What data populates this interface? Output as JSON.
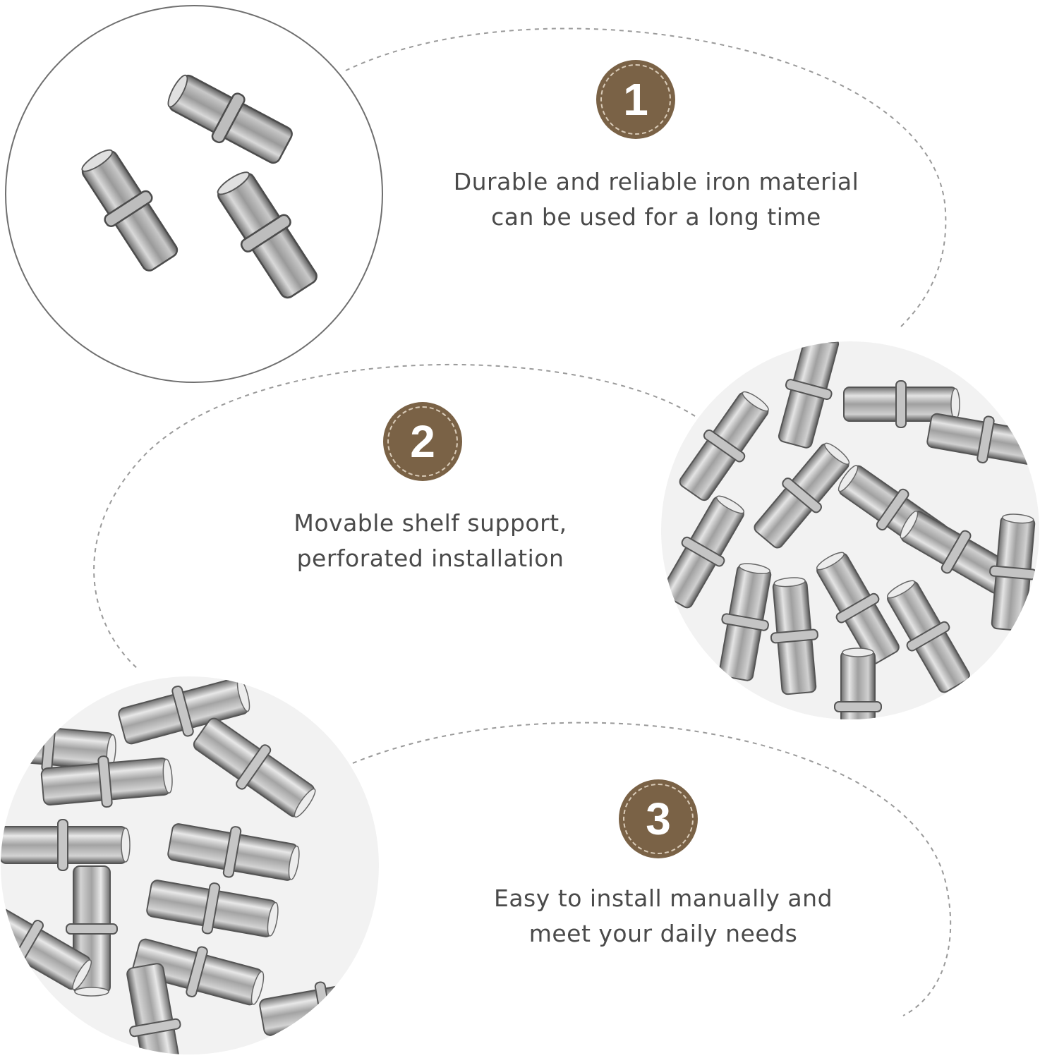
{
  "colors": {
    "badge": "#7a6246",
    "badge_ring": "#d9cbb8",
    "caption_text": "#4a4a4a",
    "dashed_path": "#9a9a9a"
  },
  "features": [
    {
      "number": "1",
      "lines": [
        "Durable and reliable iron material",
        "can be used for a long time"
      ],
      "image": "three-shelf-pins-closeup"
    },
    {
      "number": "2",
      "lines": [
        "Movable shelf support,",
        "perforated installation"
      ],
      "image": "pile-of-shelf-pins"
    },
    {
      "number": "3",
      "lines": [
        "Easy to install manually and",
        "meet your daily needs"
      ],
      "image": "many-shelf-pins-closeup"
    }
  ]
}
